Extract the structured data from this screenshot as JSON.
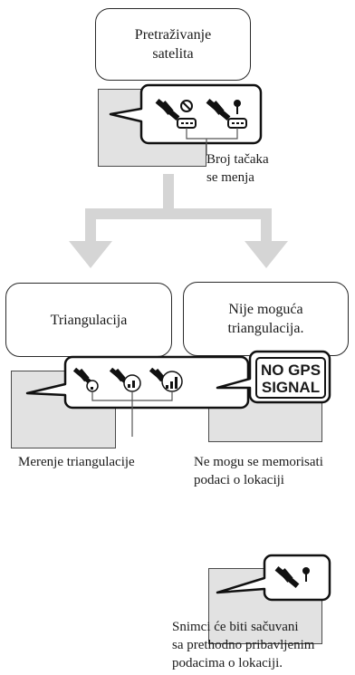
{
  "steps": {
    "search": "Pretraživanje\nsatelita",
    "triangulation": "Triangulacija",
    "no_triangulation": "Nije moguća\ntriangulacija."
  },
  "labels": {
    "points_change": "Broj tačaka\nse menja",
    "measuring": "Merenje triangulacije",
    "cannot_store": "Ne mogu se memorisati\npodaci o lokaciji",
    "saved_with_previous": "Snimci će biti sačuvani\nsa prethodno pribavljenim\npodacima o lokaciji."
  },
  "no_gps_display": "NO GPS\nSIGNAL",
  "icons": [
    "satellite-searching-icon",
    "satellite-pin-icon",
    "satellite-weak-signal-icon",
    "satellite-medium-signal-icon",
    "satellite-strong-signal-icon"
  ],
  "colors": {
    "arrow": "#d5d5d5",
    "screen": "#e2e2e2",
    "line": "#2a2a2a"
  }
}
